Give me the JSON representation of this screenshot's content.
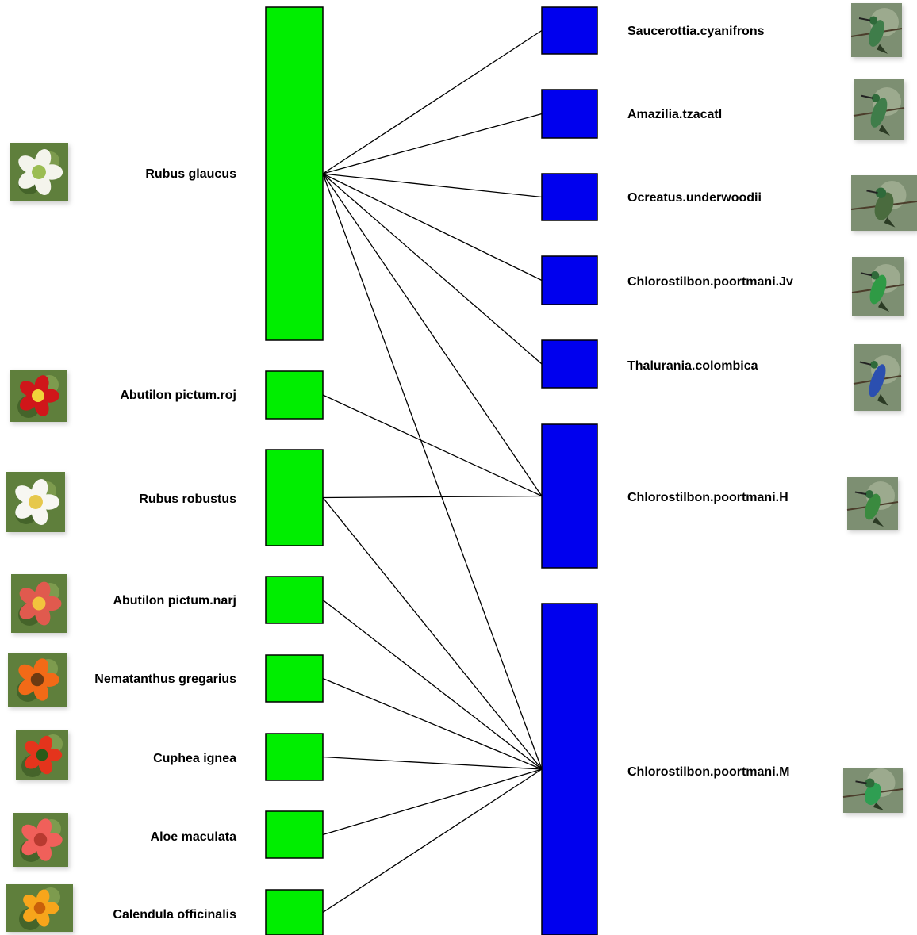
{
  "colors": {
    "plant": "#00ee00",
    "bird": "#0000ee",
    "link": "#000000"
  },
  "plants": [
    {
      "id": "p1",
      "label": "Rubus glaucus",
      "photo_icon": "white-flower-photo"
    },
    {
      "id": "p2",
      "label": "Abutilon pictum.roj",
      "photo_icon": "red-flower-photo"
    },
    {
      "id": "p3",
      "label": "Rubus robustus",
      "photo_icon": "white-flower-photo"
    },
    {
      "id": "p4",
      "label": "Abutilon pictum.narj",
      "photo_icon": "salmon-flower-photo"
    },
    {
      "id": "p5",
      "label": "Nematanthus gregarius",
      "photo_icon": "orange-flower-photo"
    },
    {
      "id": "p6",
      "label": "Cuphea ignea",
      "photo_icon": "red-tubular-flower-photo"
    },
    {
      "id": "p7",
      "label": "Aloe maculata",
      "photo_icon": "aloe-flower-photo"
    },
    {
      "id": "p8",
      "label": "Calendula officinalis",
      "photo_icon": "marigold-flower-photo"
    }
  ],
  "birds": [
    {
      "id": "b1",
      "label": "Saucerottia.cyanifrons",
      "photo_icon": "hummingbird-photo"
    },
    {
      "id": "b2",
      "label": "Amazilia.tzacatl",
      "photo_icon": "hummingbird-photo"
    },
    {
      "id": "b3",
      "label": "Ocreatus.underwoodii",
      "photo_icon": "hummingbird-photo"
    },
    {
      "id": "b4",
      "label": "Chlorostilbon.poortmani.Jv",
      "photo_icon": "hummingbird-photo"
    },
    {
      "id": "b5",
      "label": "Thalurania.colombica",
      "photo_icon": "hummingbird-photo"
    },
    {
      "id": "b6",
      "label": "Chlorostilbon.poortmani.H",
      "photo_icon": "hummingbird-photo"
    },
    {
      "id": "b7",
      "label": "Chlorostilbon.poortmani.M",
      "photo_icon": "hummingbird-photo"
    }
  ],
  "links": [
    [
      "p1",
      "b1"
    ],
    [
      "p1",
      "b2"
    ],
    [
      "p1",
      "b3"
    ],
    [
      "p1",
      "b4"
    ],
    [
      "p1",
      "b5"
    ],
    [
      "p1",
      "b6"
    ],
    [
      "p1",
      "b7"
    ],
    [
      "p2",
      "b6"
    ],
    [
      "p3",
      "b6"
    ],
    [
      "p3",
      "b7"
    ],
    [
      "p4",
      "b7"
    ],
    [
      "p5",
      "b7"
    ],
    [
      "p6",
      "b7"
    ],
    [
      "p7",
      "b7"
    ],
    [
      "p8",
      "b7"
    ]
  ]
}
